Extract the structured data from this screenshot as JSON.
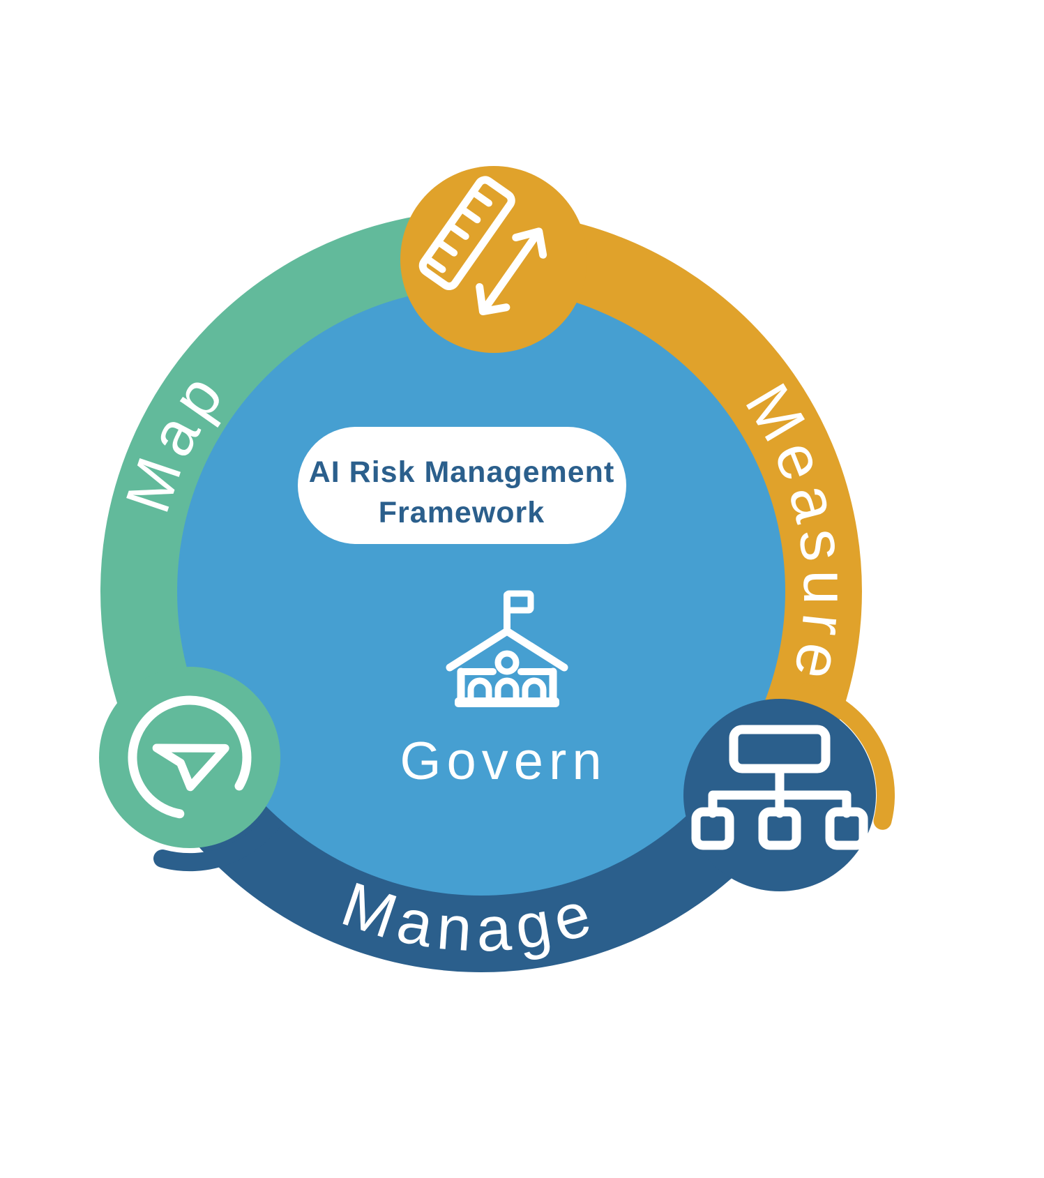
{
  "diagram": {
    "name": "AI Risk Management Framework",
    "title_line1": "AI Risk Management",
    "title_line2": "Framework",
    "center_function": "Govern",
    "functions": [
      {
        "label": "Map",
        "icon": "navigation-arrow-icon"
      },
      {
        "label": "Measure",
        "icon": "ruler-measure-icon"
      },
      {
        "label": "Manage",
        "icon": "hierarchy-sitemap-icon"
      }
    ],
    "center_icon": "government-building-icon"
  },
  "colors": {
    "map_green": "#62BA9B",
    "measure_yellow": "#E0A22B",
    "manage_blue": "#2B5F8C",
    "inner_blue": "#469FD1",
    "pill_text": "#2B5F8C",
    "white": "#FFFFFF"
  }
}
